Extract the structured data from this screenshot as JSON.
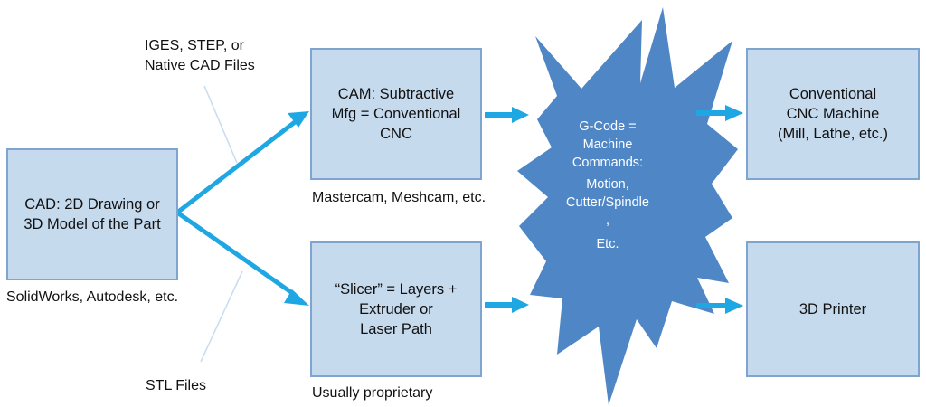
{
  "boxes": {
    "cad": {
      "line1": "CAD:  2D Drawing or",
      "line2": "3D Model of the Part"
    },
    "cam": {
      "line1": "CAM: Subtractive",
      "line2": "Mfg = Conventional",
      "line3": "CNC"
    },
    "slicer": {
      "line1": "“Slicer” = Layers +",
      "line2": "Extruder or",
      "line3": "Laser Path"
    },
    "cnc_machine": {
      "line1": "Conventional",
      "line2": "CNC Machine",
      "line3": "(Mill, Lathe, etc.)"
    },
    "printer": {
      "line1": "3D Printer"
    }
  },
  "gcode": {
    "lines": [
      "G-Code =",
      "Machine",
      "Commands:",
      "Motion,",
      "Cutter/Spindle",
      ",",
      "Etc."
    ]
  },
  "notes": {
    "cad_tools": "SolidWorks, Autodesk, etc.",
    "cam_tools": "Mastercam, Meshcam, etc.",
    "slicer_tools": "Usually proprietary",
    "iges_line1": "IGES, STEP, or",
    "iges_line2": "Native CAD Files",
    "stl": "STL Files"
  },
  "colors": {
    "box_fill": "#c6daee",
    "box_border": "#7ea4cf",
    "arrow": "#1fa7e3",
    "starburst": "#4f86c6"
  }
}
